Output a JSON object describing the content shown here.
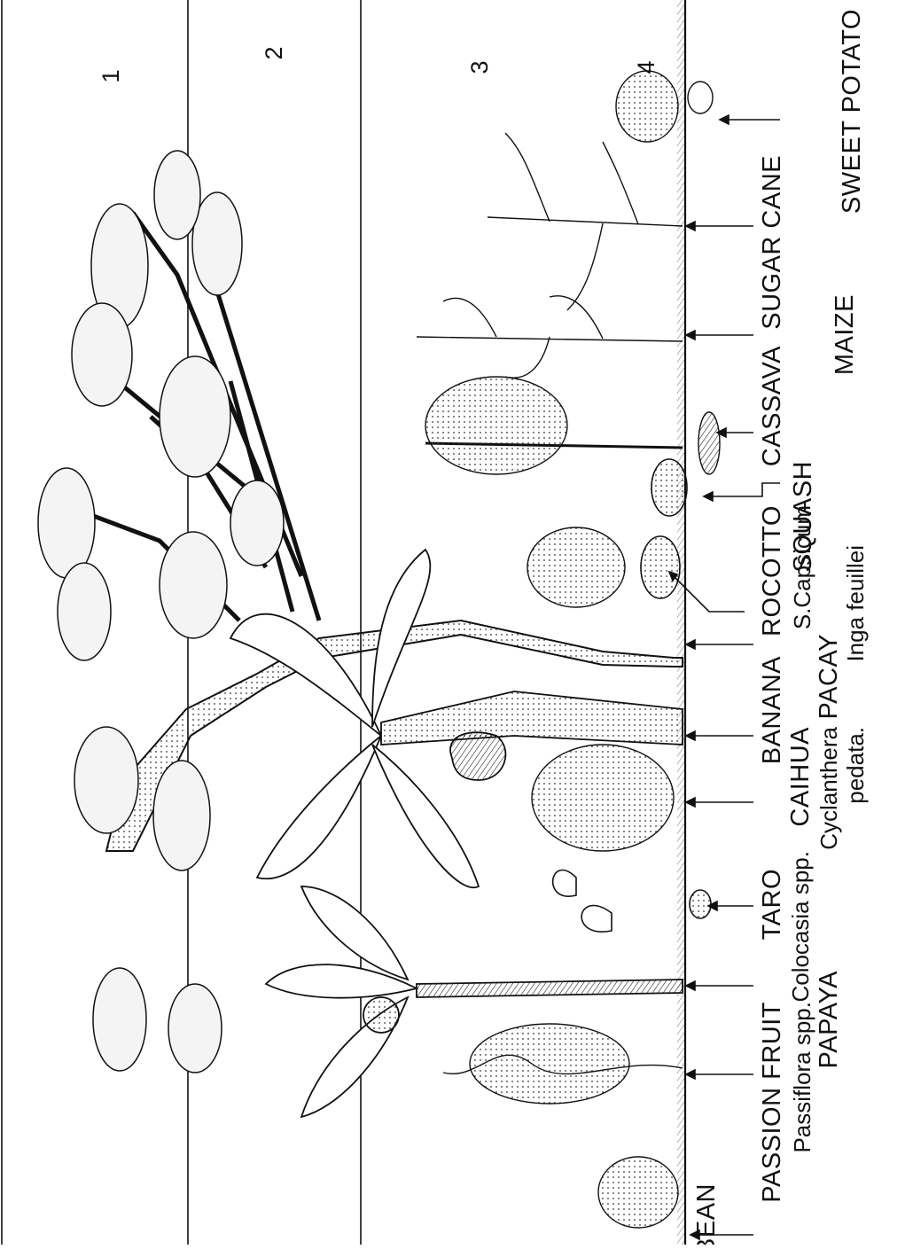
{
  "layers": [
    {
      "id": "1",
      "label": "1"
    },
    {
      "id": "2",
      "label": "2"
    },
    {
      "id": "3",
      "label": "3"
    },
    {
      "id": "4",
      "label": "4"
    }
  ],
  "labels": {
    "sweet_potato": {
      "name": "SWEET POTATO",
      "sci": ""
    },
    "sugar_cane": {
      "name": "SUGAR CANE",
      "sci": ""
    },
    "maize": {
      "name": "MAIZE",
      "sci": ""
    },
    "cassava": {
      "name": "CASSAVA",
      "sci": ""
    },
    "squash": {
      "name": "SQUASH",
      "sci": ""
    },
    "rocotto": {
      "name": "ROCOTTO",
      "sci": "S.Capsicum"
    },
    "inga": {
      "sci": "Inga feuillei"
    },
    "pacay": {
      "name": "PACAY",
      "sci": ""
    },
    "banana": {
      "name": "BANANA",
      "sci": ""
    },
    "caihua": {
      "name": "CAIHUA",
      "sci": "Cyclanthera",
      "sci2": "pedata."
    },
    "colocasia": {
      "sci": "Colocasia spp."
    },
    "taro": {
      "name": "TARO",
      "sci": ""
    },
    "papaya": {
      "name": "PAPAYA",
      "sci": ""
    },
    "passion_fruit": {
      "name": "PASSION FRUIT",
      "sci": "Passiflora spp."
    },
    "bean": {
      "name": "BEAN",
      "sci": ""
    }
  },
  "colors": {
    "ink": "#111111",
    "paper": "#ffffff",
    "foliage": "#f4f4f4"
  }
}
